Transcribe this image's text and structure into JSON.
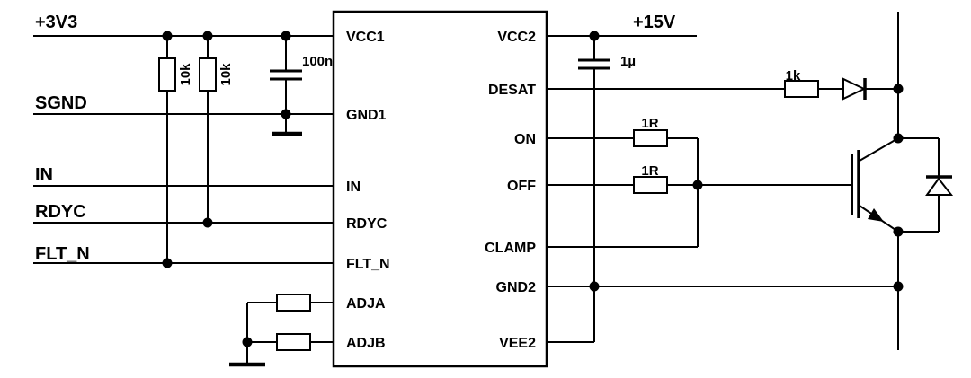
{
  "colors": {
    "background": "#ffffff",
    "wire": "#000000",
    "text": "#000000"
  },
  "nets": {
    "p3v3": "+3V3",
    "sgnd": "SGND",
    "in": "IN",
    "rdyc": "RDYC",
    "flt_n": "FLT_N",
    "p15v": "+15V"
  },
  "ic": {
    "left_pins": [
      "VCC1",
      "GND1",
      "IN",
      "RDYC",
      "FLT_N",
      "ADJA",
      "ADJB"
    ],
    "right_pins": [
      "VCC2",
      "DESAT",
      "ON",
      "OFF",
      "CLAMP",
      "GND2",
      "VEE2"
    ]
  },
  "components": {
    "r_pullup_fltn": "10k",
    "r_pullup_rdyc": "10k",
    "c_vcc1": "100n",
    "c_vcc2": "1µ",
    "r_desat": "1k",
    "r_on": "1R",
    "r_off": "1R"
  }
}
